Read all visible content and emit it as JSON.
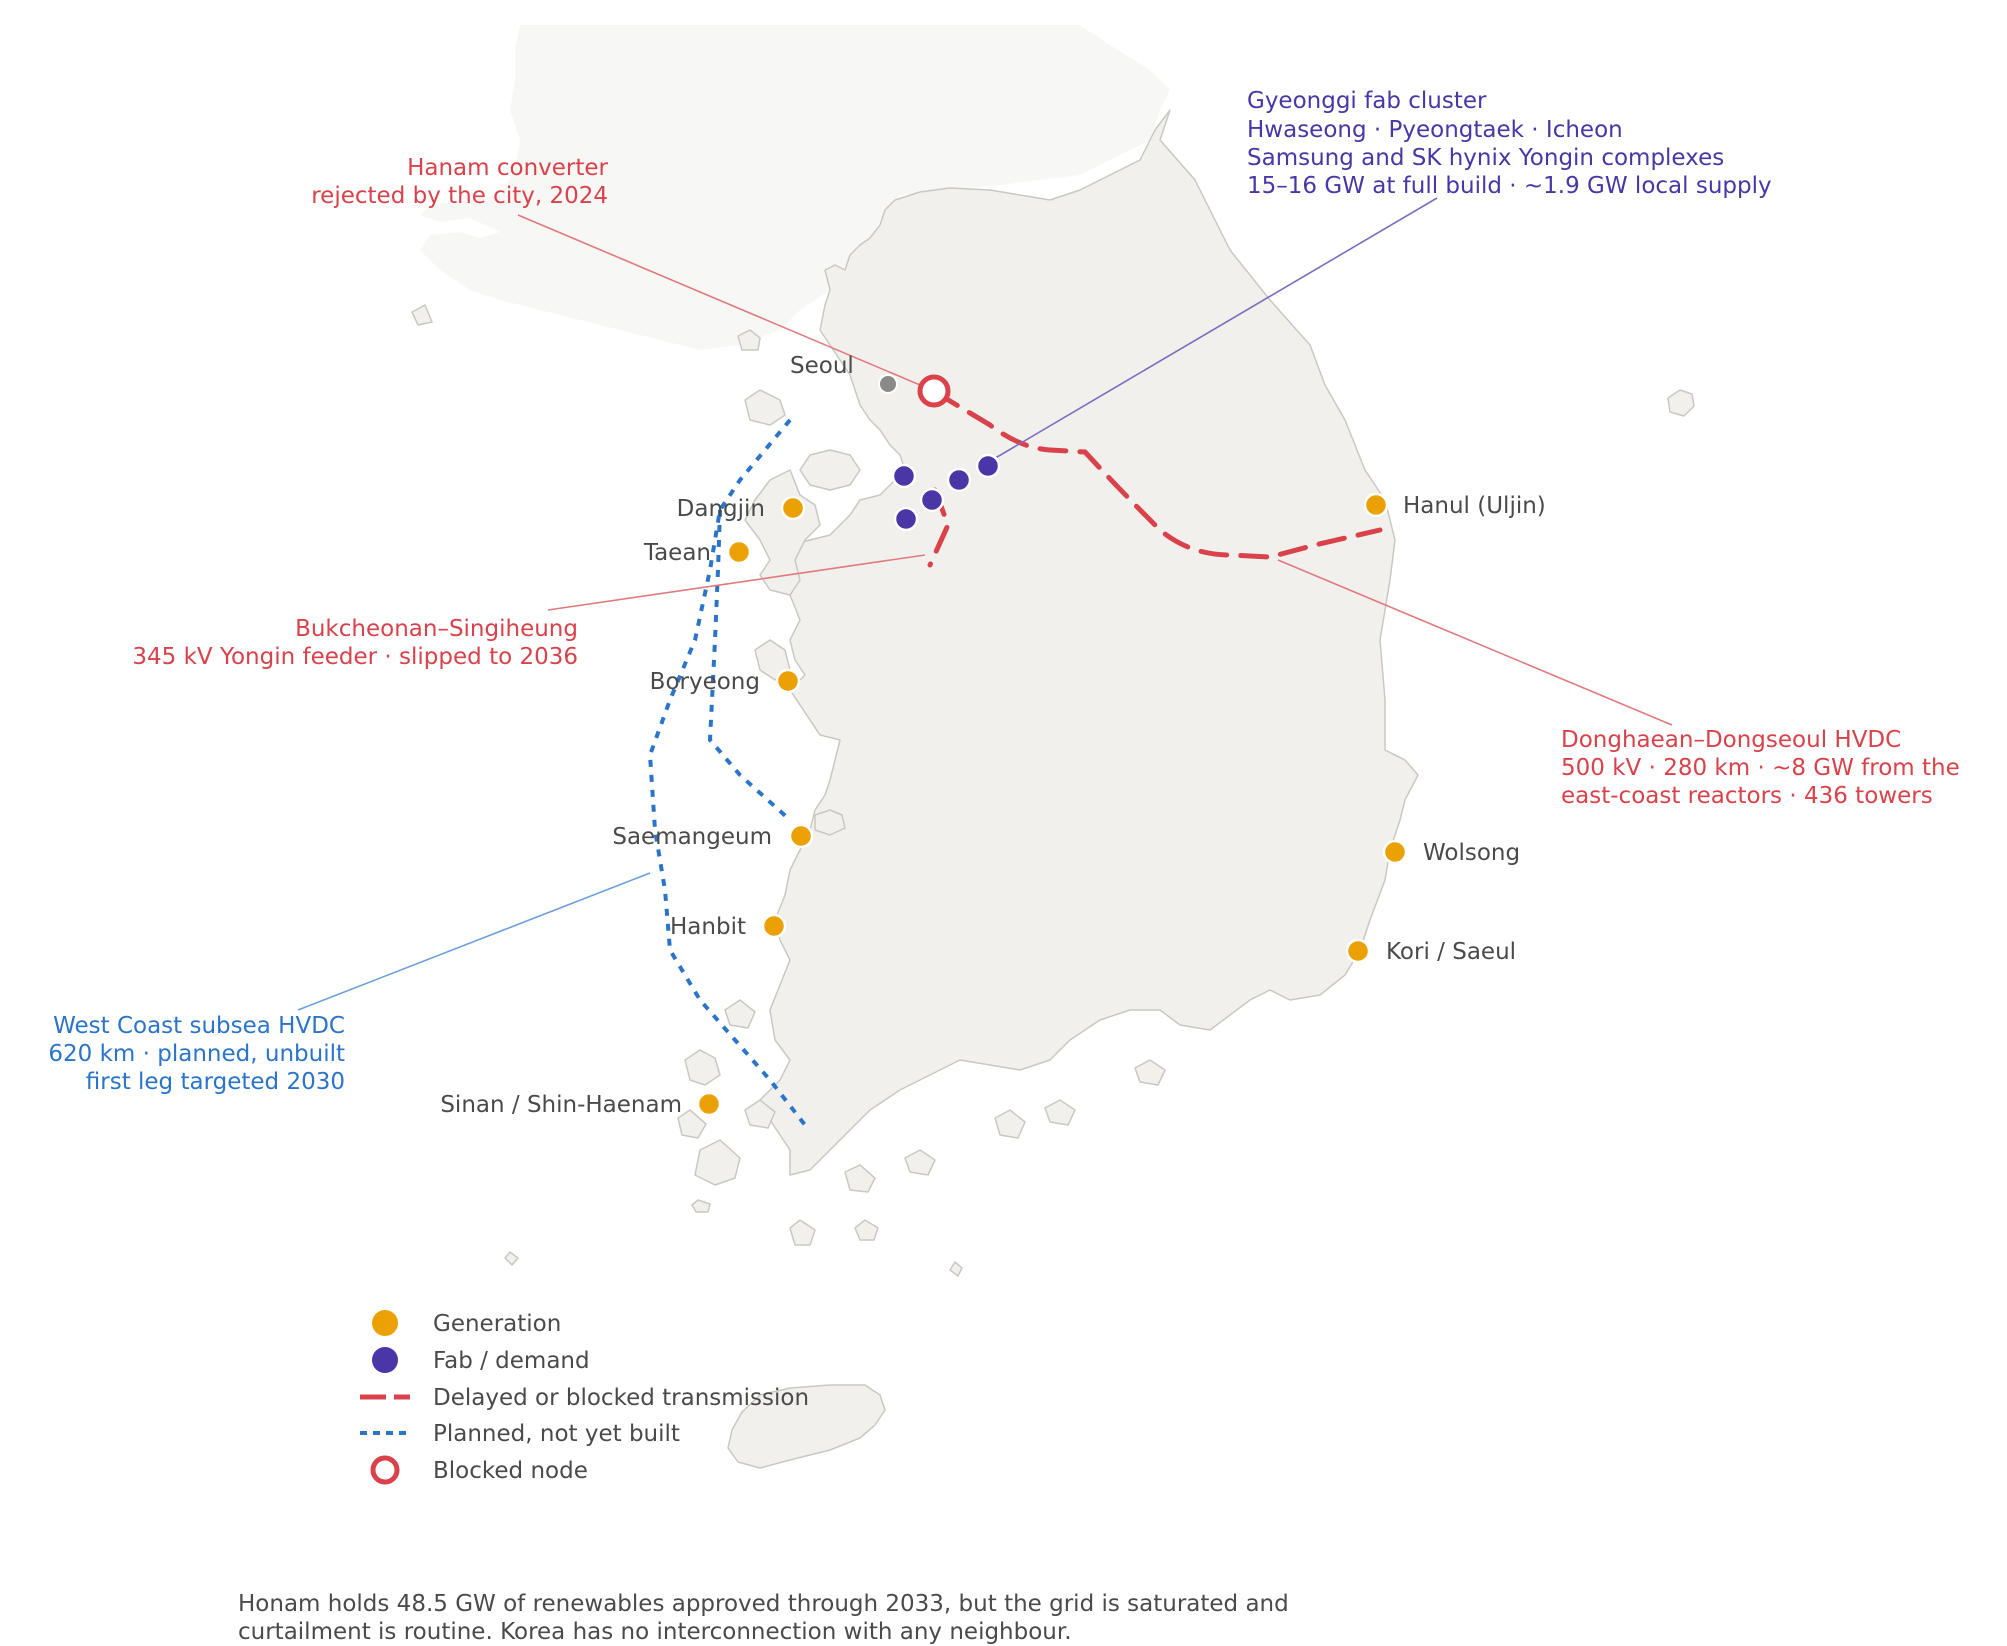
{
  "colors": {
    "generation": "#eba003",
    "fab_demand": "#4a36a6",
    "delayed_transmission": "#d9424a",
    "planned_transmission": "#2a74c9",
    "city": "#8a8a88",
    "land": "#f1f0ed"
  },
  "cities": {
    "seoul": "Seoul"
  },
  "generation_sites": {
    "dangjin": "Dangjin",
    "taean": "Taean",
    "boryeong": "Boryeong",
    "saemangeum": "Saemangeum",
    "hanbit": "Hanbit",
    "sinan": "Sinan / Shin-Haenam",
    "hanul": "Hanul (Uljin)",
    "wolsong": "Wolsong",
    "kori": "Kori / Saeul"
  },
  "annotations": {
    "hanam": {
      "line1": "Hanam converter",
      "line2": "rejected by the city, 2024"
    },
    "gyeonggi": {
      "line1": "Gyeonggi fab cluster",
      "line2": "Hwaseong · Pyeongtaek · Icheon",
      "line3": "Samsung and SK hynix Yongin complexes",
      "line4": "15–16 GW at full build · ~1.9 GW local supply"
    },
    "bukcheonan": {
      "line1": "Bukcheonan–Singiheung",
      "line2": "345 kV Yongin feeder · slipped to 2036"
    },
    "donghaean": {
      "line1": "Donghaean–Dongseoul HVDC",
      "line2": "500 kV · 280 km · ~8 GW from the",
      "line3": "east-coast reactors · 436 towers"
    },
    "westcoast": {
      "line1": "West Coast subsea HVDC",
      "line2": "620 km · planned, unbuilt",
      "line3": "first leg targeted 2030"
    }
  },
  "legend": {
    "generation": "Generation",
    "fab": "Fab / demand",
    "delayed": "Delayed or blocked transmission",
    "planned": "Planned, not yet built",
    "blocked": "Blocked node"
  },
  "footnote": {
    "line1": "Honam holds 48.5 GW of renewables approved through 2033, but the grid is saturated and",
    "line2": "curtailment is routine. Korea has no interconnection with any neighbour."
  }
}
